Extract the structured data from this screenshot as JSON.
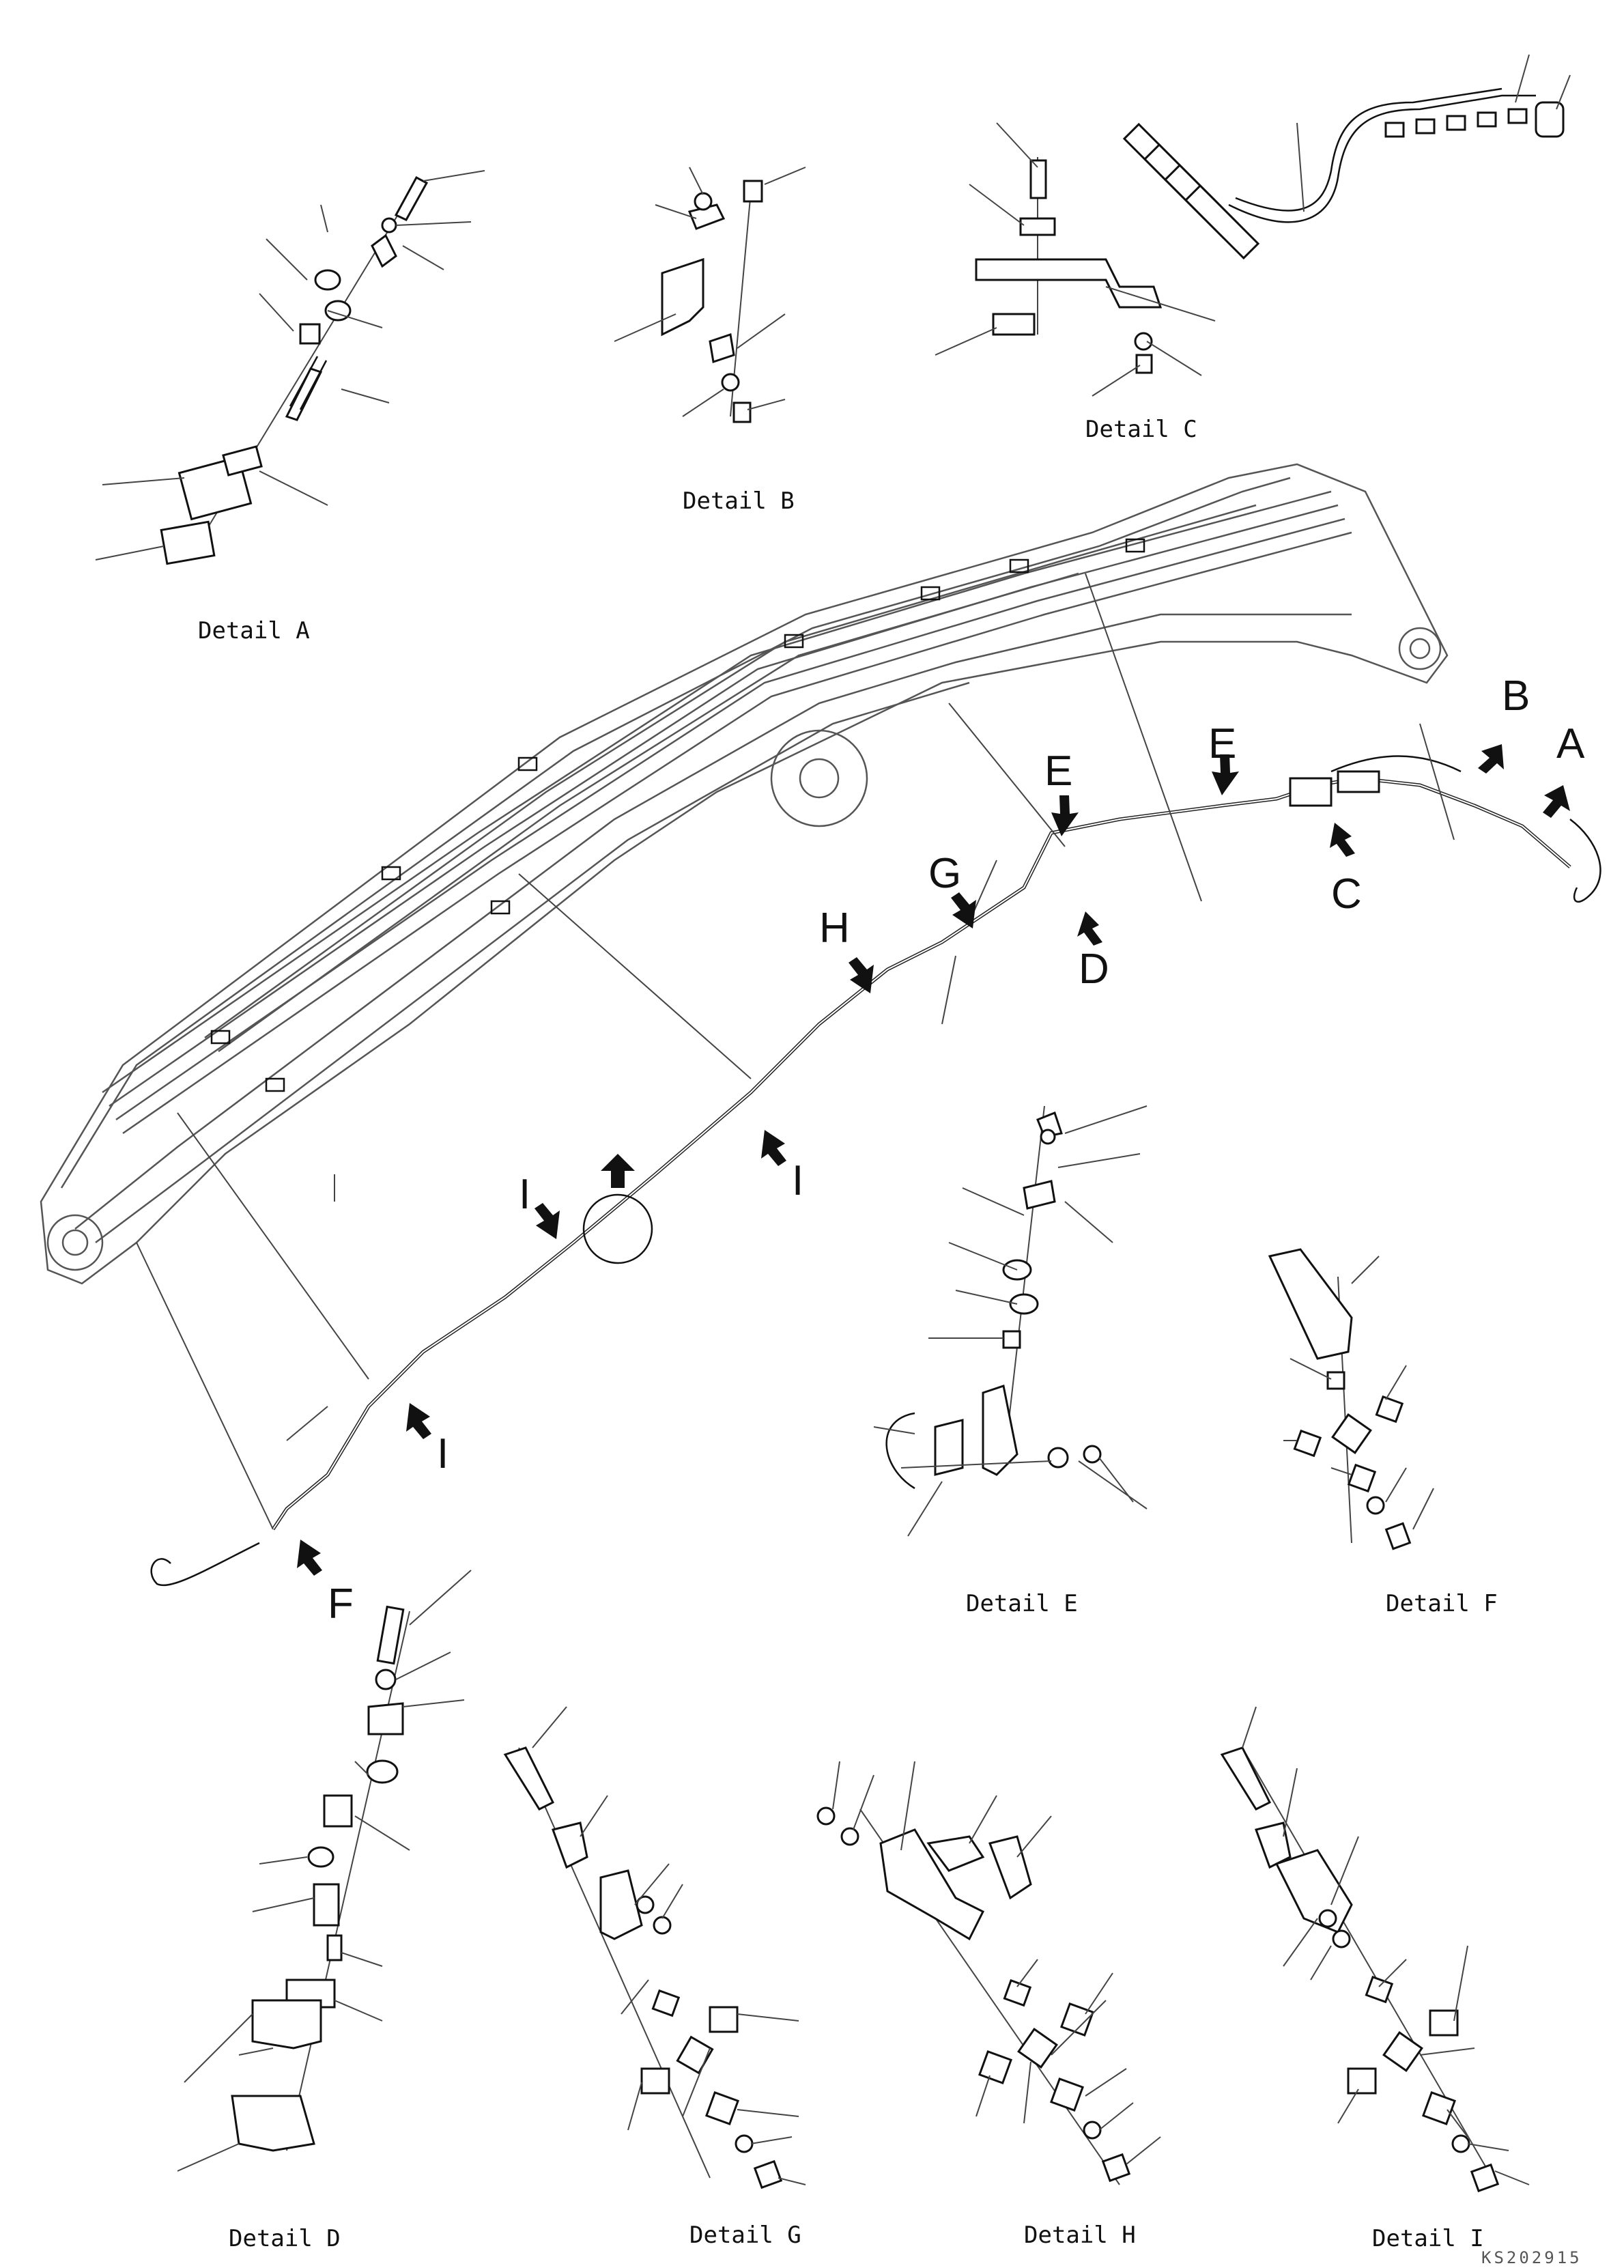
{
  "details": {
    "a": "Detail A",
    "b": "Detail B",
    "c": "Detail C",
    "d": "Detail D",
    "e": "Detail E",
    "f": "Detail F",
    "g": "Detail G",
    "h": "Detail H",
    "i": "Detail I"
  },
  "callouts": {
    "a": "A",
    "b": "B",
    "c": "C",
    "d": "D",
    "e": "E",
    "f": "F",
    "g": "G",
    "h": "H",
    "i": "I"
  },
  "drawing_code": "KS202915"
}
